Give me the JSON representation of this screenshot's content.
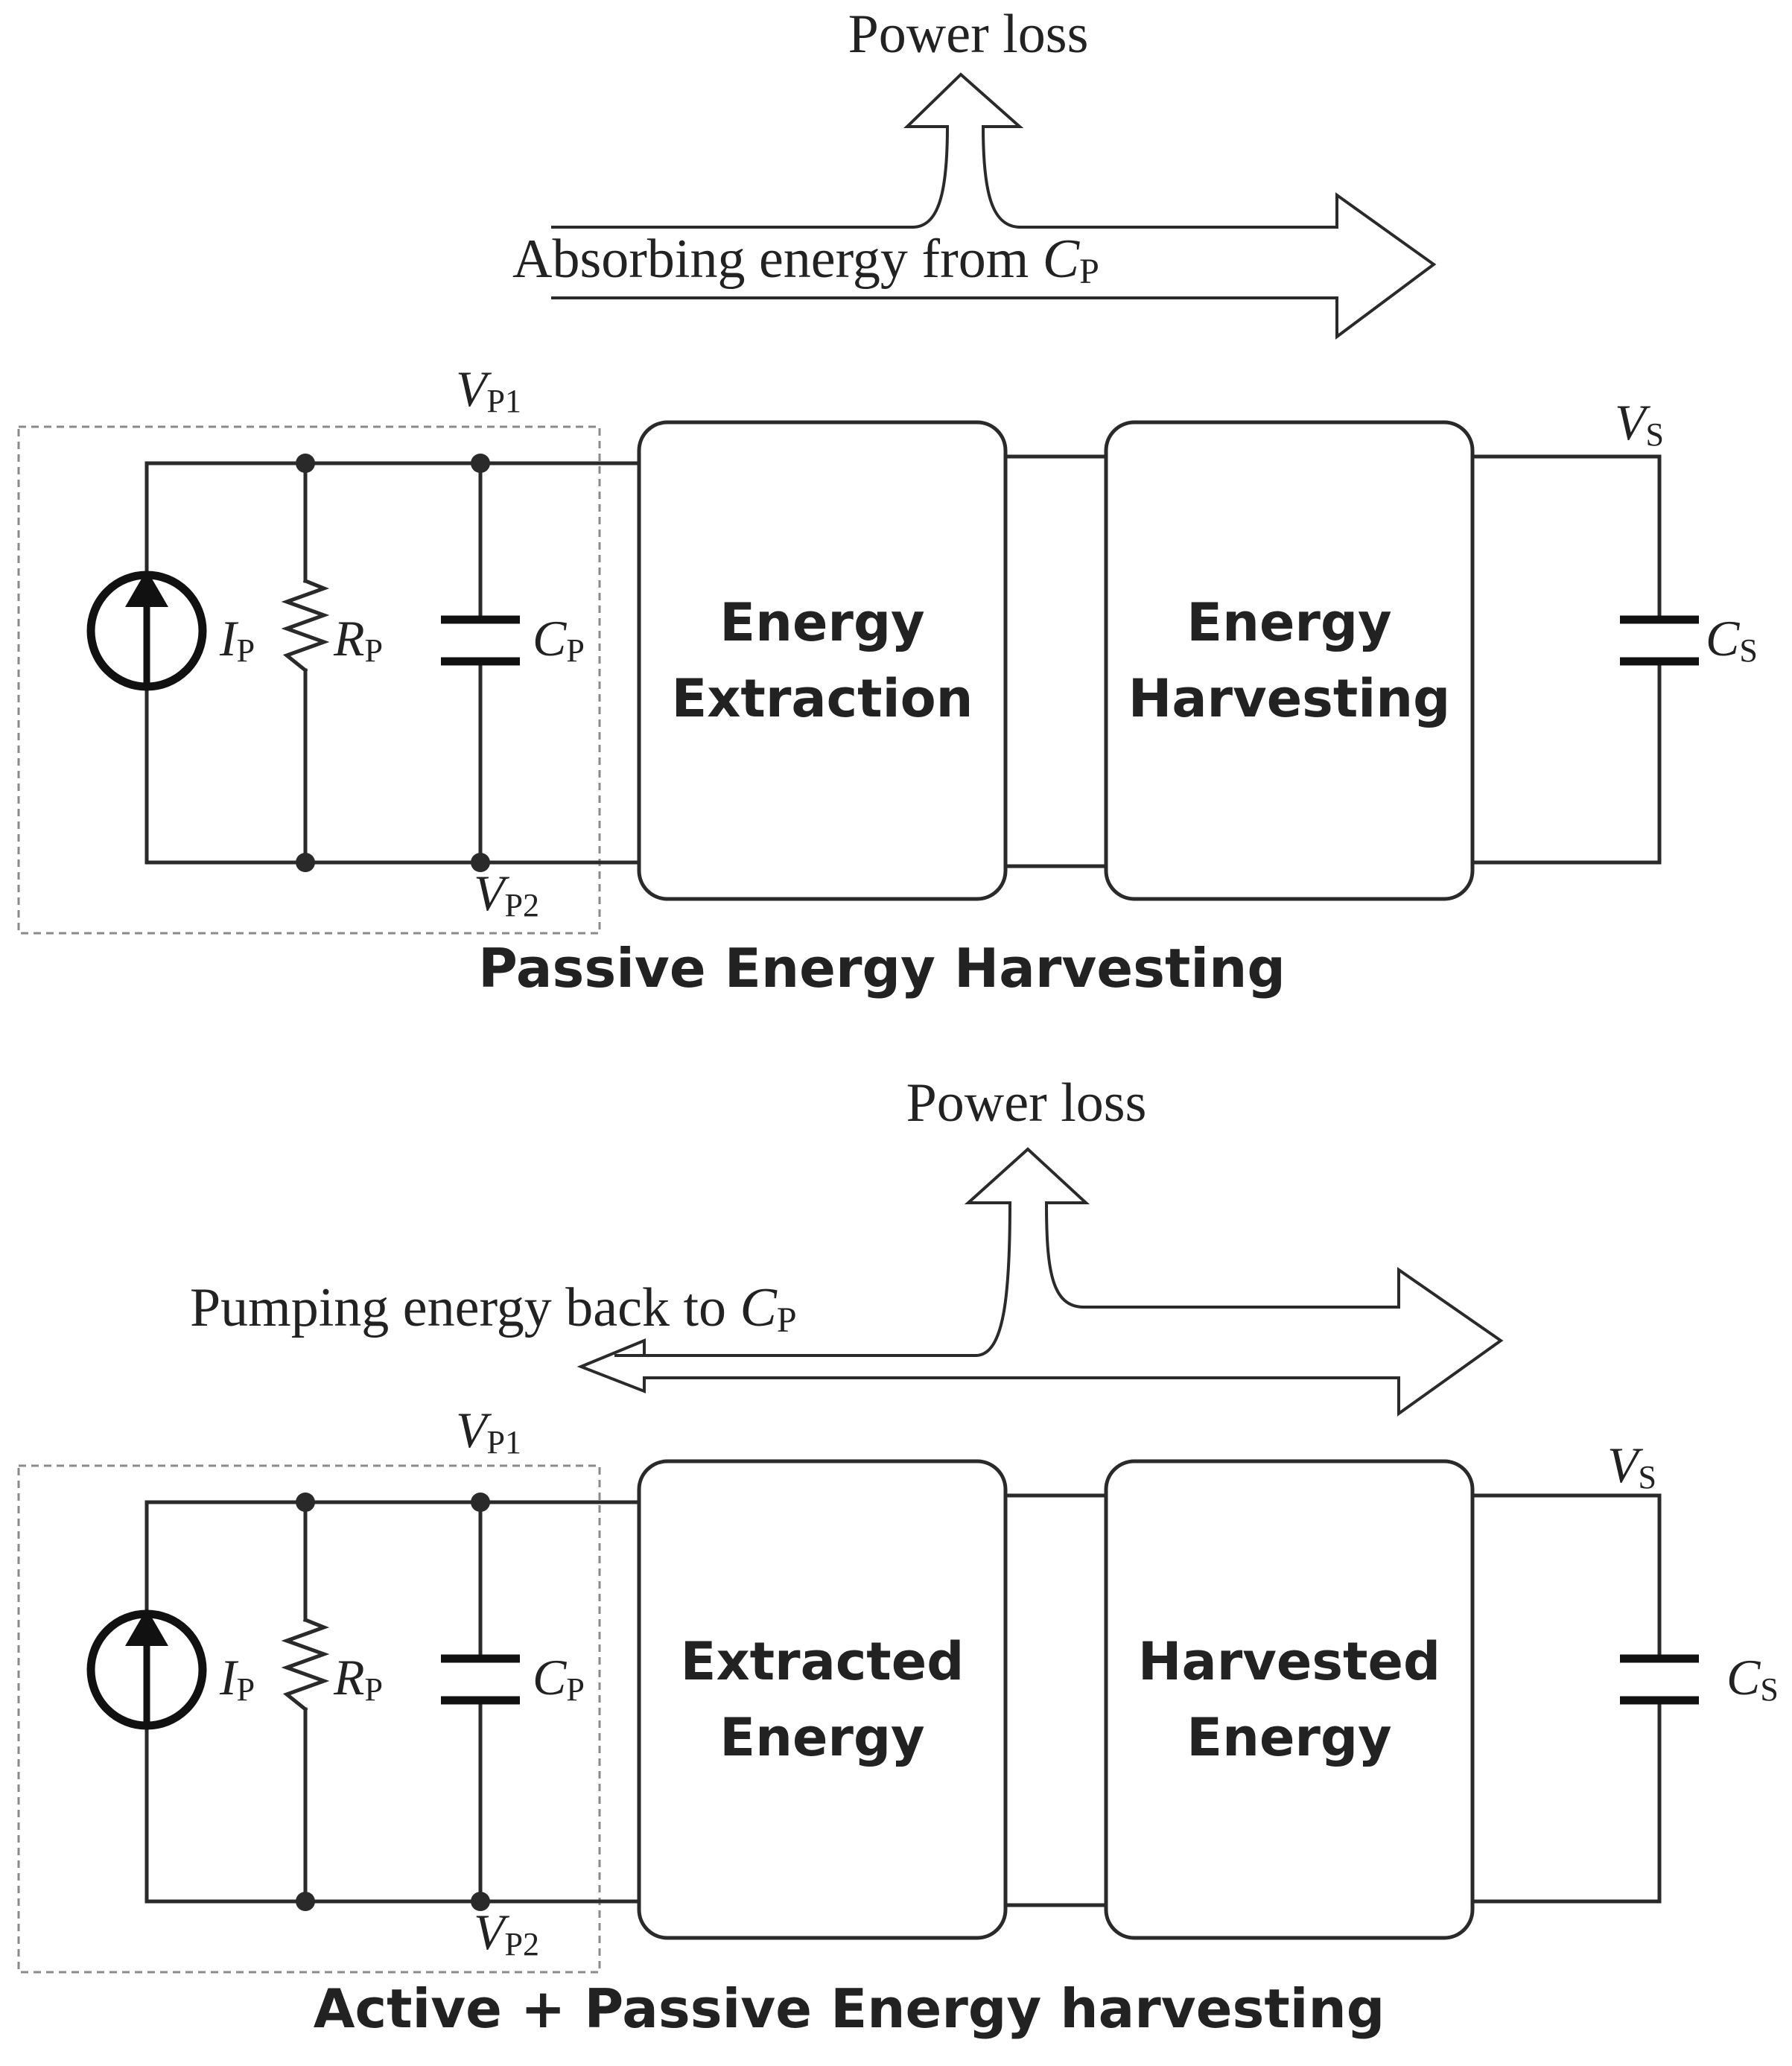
{
  "top": {
    "power_loss": "Power loss",
    "flow_label": "Absorbing energy from ",
    "flow_sym": "C",
    "flow_sub": "P",
    "block1": [
      "Energy",
      "Extraction"
    ],
    "block2": [
      "Energy",
      "Harvesting"
    ],
    "caption": "Passive Energy Harvesting"
  },
  "bottom": {
    "power_loss": "Power loss",
    "flow_label": "Pumping energy back to ",
    "flow_sym": "C",
    "flow_sub": "P",
    "block1": [
      "Extracted",
      "Energy"
    ],
    "block2": [
      "Harvested",
      "Energy"
    ],
    "caption": "Active + Passive Energy harvesting"
  },
  "symbols": {
    "vp1": "V",
    "vp1_sub": "P1",
    "vp2": "V",
    "vp2_sub": "P2",
    "vs": "V",
    "vs_sub": "S",
    "ip": "I",
    "ip_sub": "P",
    "rp": "R",
    "rp_sub": "P",
    "cp": "C",
    "cp_sub": "P",
    "cs": "C",
    "cs_sub": "S"
  }
}
